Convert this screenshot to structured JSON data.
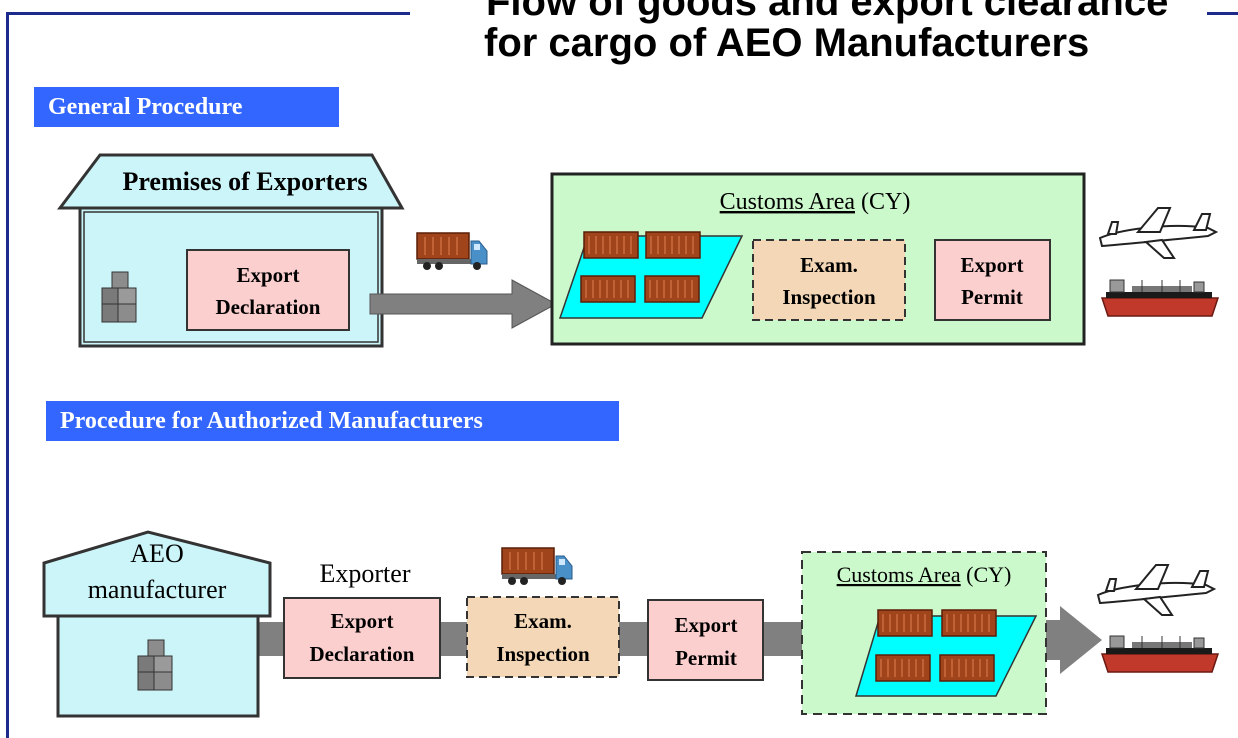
{
  "title": {
    "line1": "Flow of goods and export clearance",
    "line2": "for cargo of AEO Manufacturers"
  },
  "general": {
    "label": "General Procedure",
    "premises": "Premises of Exporters",
    "export_declaration": [
      "Export",
      "Declaration"
    ],
    "customs_area": "Customs Area",
    "customs_area_suffix": " (CY)",
    "exam_inspection": [
      "Exam.",
      "Inspection"
    ],
    "export_permit": [
      "Export",
      "Permit"
    ]
  },
  "authorized": {
    "label": "Procedure for Authorized Manufacturers",
    "manufacturer": [
      "AEO",
      "manufacturer"
    ],
    "exporter": "Exporter",
    "export_declaration": [
      "Export",
      "Declaration"
    ],
    "exam_inspection": [
      "Exam.",
      "Inspection"
    ],
    "export_permit": [
      "Export",
      "Permit"
    ],
    "customs_area": "Customs Area",
    "customs_area_suffix": " (CY)"
  },
  "colors": {
    "frame": "#1c2a8c",
    "label_bg": "#3366ff",
    "building": "#ccf5fa",
    "pink_box": "#fccfcf",
    "tan_box": "#f3d7b6",
    "customs_bg": "#ccf9cc",
    "arrow": "#808080",
    "container": "#a0441c",
    "cyan_pad": "#00ffff"
  }
}
